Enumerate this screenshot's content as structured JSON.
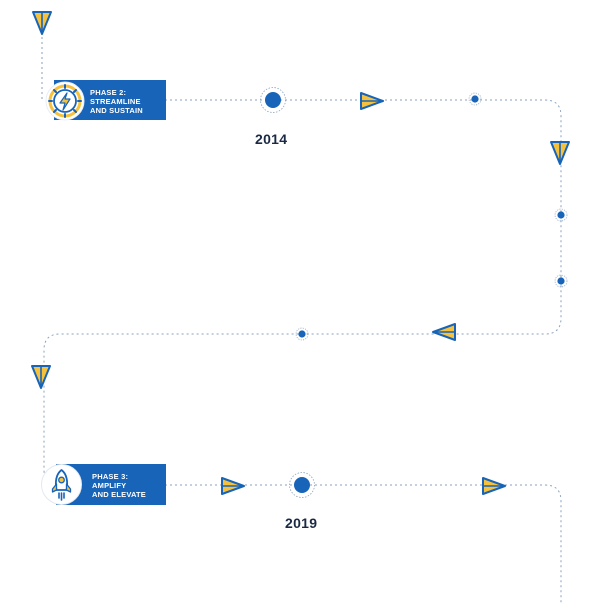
{
  "phases": [
    {
      "title": "PHASE 2:",
      "line1": "STREAMLINE",
      "line2": "AND SUSTAIN",
      "icon": "gear-bolt-icon",
      "year": "2014"
    },
    {
      "title": "PHASE 3:",
      "line1": "AMPLIFY",
      "line2": "AND ELEVATE",
      "icon": "rocket-icon",
      "year": "2019"
    }
  ],
  "colors": {
    "brand_blue": "#1764b8",
    "accent_yellow": "#f6c23e",
    "path": "#8aa2bd",
    "year_text": "#1b2a44"
  }
}
